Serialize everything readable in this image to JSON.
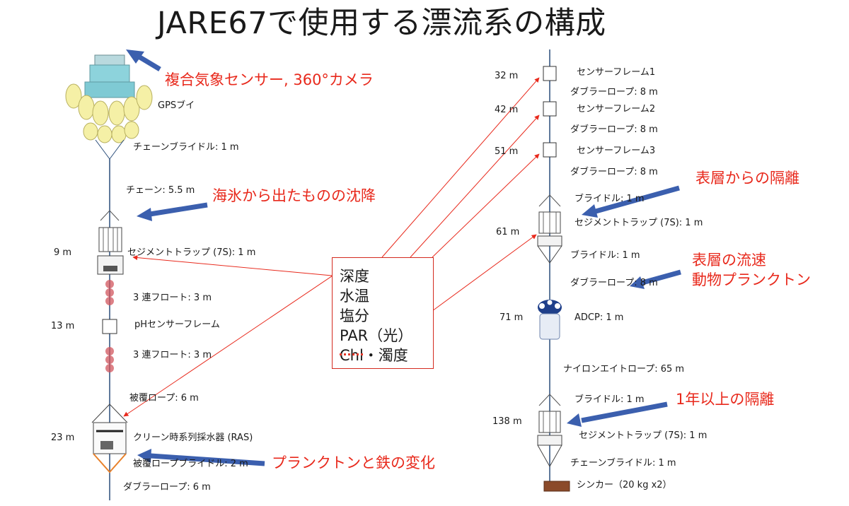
{
  "title": "JARE67で使用する漂流系の構成",
  "left": {
    "gps_buoy": "GPSブイ",
    "chain_bridle": "チェーンブライドル: 1 m",
    "chain": "チェーン: 5.5 m",
    "trap_depth": "9 m",
    "trap": "セジメントトラップ (7S): 1 m",
    "float1": "3 連フロート: 3 m",
    "ph_depth": "13 m",
    "ph_frame": "pHセンサーフレーム",
    "float2": "3 連フロート: 3 m",
    "covered_rope": "被覆ロープ: 6 m",
    "ras_depth": "23 m",
    "ras": "クリーン時系列採水器 (RAS)",
    "covered_bridle": "被覆ロープブライドル: 2 m",
    "doubler_rope": "ダブラーロープ: 6 m"
  },
  "right": {
    "d32": "32 m",
    "sf1": "センサーフレーム1",
    "dr1": "ダブラーロープ: 8 m",
    "d42": "42 m",
    "sf2": "センサーフレーム2",
    "dr2": "ダブラーロープ: 8 m",
    "d51": "51 m",
    "sf3": "センサーフレーム3",
    "dr3": "ダブラーロープ: 8 m",
    "bridle1": "ブライドル: 1 m",
    "d61": "61 m",
    "trap2": "セジメントトラップ (7S): 1 m",
    "bridle2": "ブライドル: 1 m",
    "dr4": "ダブラーロープ: 8 m",
    "d71": "71 m",
    "adcp": "ADCP: 1 m",
    "nylon": "ナイロンエイトロープ: 65 m",
    "bridle3": "ブライドル: 1 m",
    "d138": "138 m",
    "trap3": "セジメントトラップ (7S): 1 m",
    "chain_bridle2": "チェーンブライドル: 1 m",
    "sinker": "シンカー（20 kg x2）"
  },
  "annotations": {
    "weather": "複合気象センサー, 360°カメラ",
    "sea_ice": "海氷から出たものの沈降",
    "plankton_iron": "プランクトンと鉄の変化",
    "surface_iso": "表層からの隔離",
    "surface_flow_1": "表層の流速",
    "surface_flow_2": "動物プランクトン",
    "one_year": "1年以上の隔離"
  },
  "sensors": [
    "深度",
    "水温",
    "塩分",
    "PAR（光）",
    "Chl・濁度"
  ],
  "colors": {
    "annotation_red": "#e8291c",
    "arrow_blue": "#3b5fae",
    "line_blue": "#2a4d7a"
  }
}
